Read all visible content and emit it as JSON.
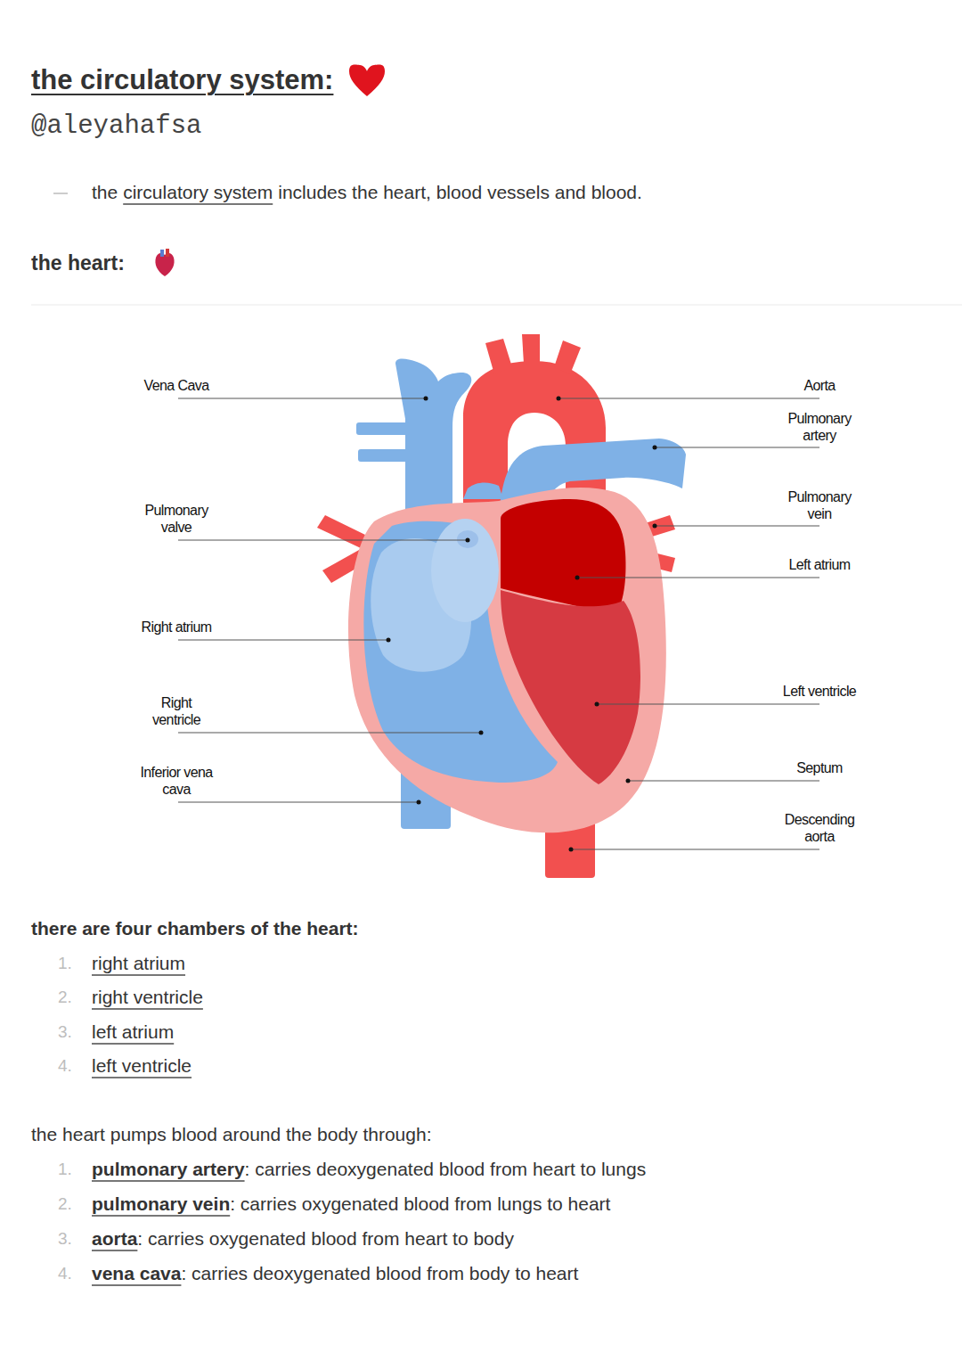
{
  "diagram": {
    "title": "the circulatory system:",
    "labels": [
      "@aleyahafsa",
      "the",
      "circulatory system",
      "includes the heart, blood vessels and blood.",
      "the heart:",
      "Vena Cava",
      "Pulmonary valve",
      "Right atrium",
      "Right ventricle",
      "Inferior vena cava",
      "Aorta",
      "Pulmonary artery",
      "Pulmonary vein",
      "Left atrium",
      "Left ventricle",
      "Septum",
      "Descending aorta",
      "there are four chambers of the heart:",
      "1.",
      "right atrium",
      "2.",
      "right ventricle",
      "3.",
      "left atrium",
      "4.",
      "left ventricle",
      "the heart pumps blood around the body through:",
      "1.",
      "pulmonary artery",
      ": carries deoxygenated blood from heart to lungs",
      "2.",
      "pulmonary vein",
      ": carries oxygenated blood from lungs to heart",
      "3.",
      "aorta",
      ": carries oxygenated blood from heart to body",
      "4.",
      "vena cava",
      ": carries deoxygenated blood from body to heart"
    ]
  }
}
